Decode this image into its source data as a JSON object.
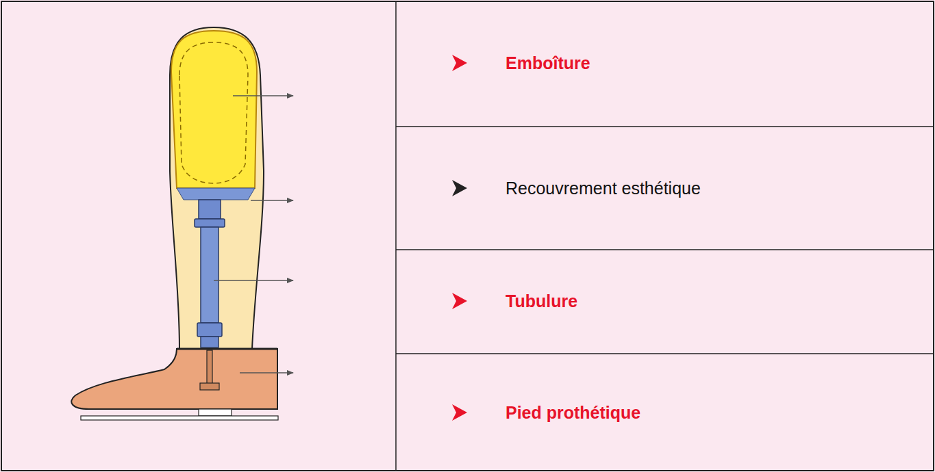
{
  "diagram": {
    "labels": [
      "Emboîture",
      "Recouvrement esthétique",
      "Tubulure",
      "Pied prothétique"
    ]
  }
}
